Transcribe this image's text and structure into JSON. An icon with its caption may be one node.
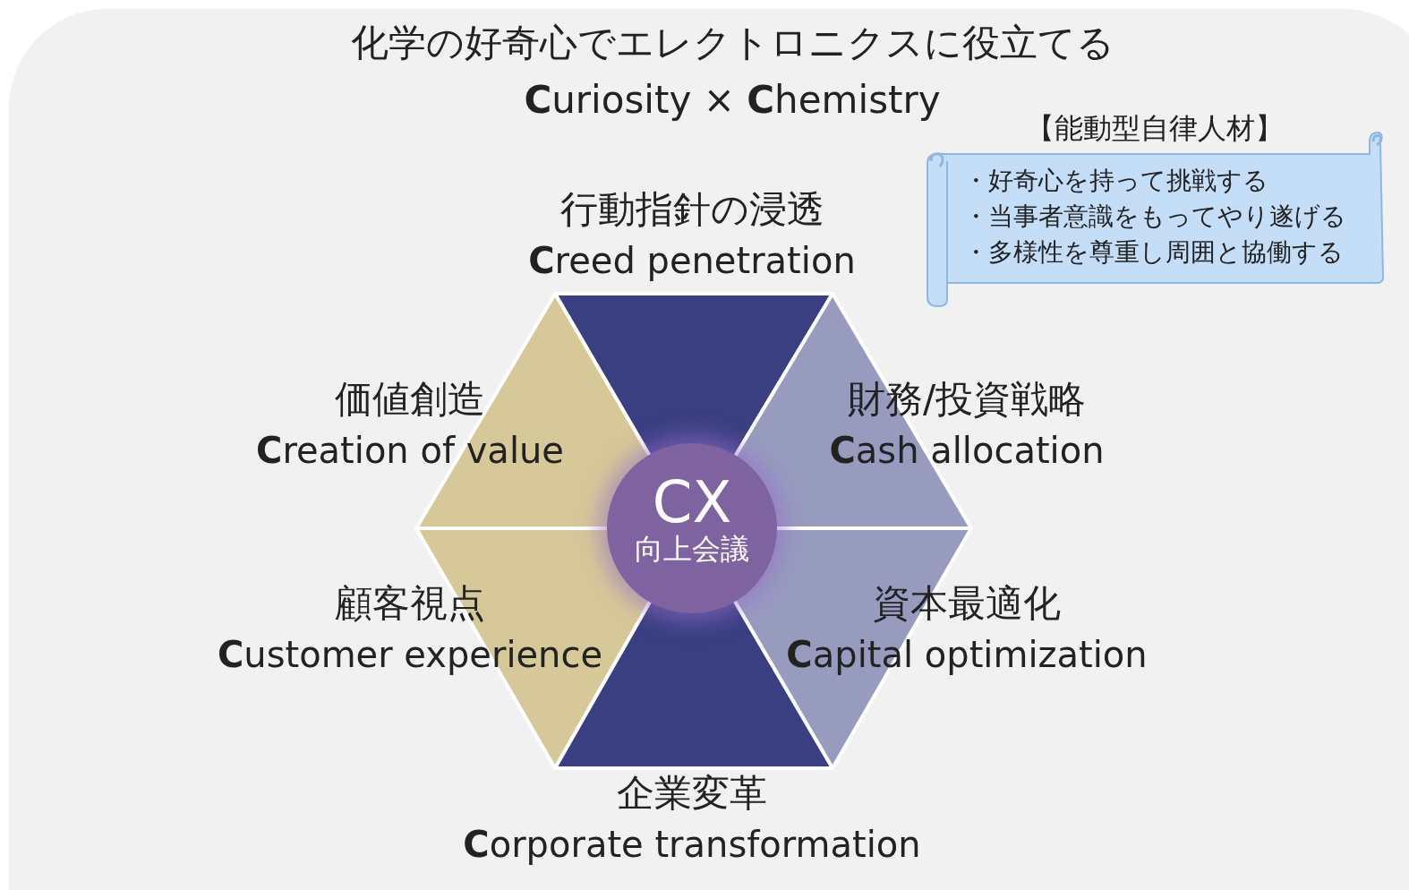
{
  "diagram": {
    "title": "化学の好奇心でエレクトロニクスに役立てる",
    "labels": [
      "**C**uriosity × **C**hemistry"
    ],
    "nodes": [
      {
        "text": [
          "行動指針の浸透",
          "**C**reed penetration"
        ]
      },
      {
        "text": [
          "【能動型自律人材】",
          "・好奇心を持って挑戦する",
          "・当事者意識をもってやり遂げる",
          "・多様性を尊重し周囲と協働する"
        ]
      },
      {
        "text": [
          "価値創造",
          "**C**reation of value"
        ]
      },
      {
        "text": [
          "財務/投資戦略",
          "**C**ash allocation"
        ]
      },
      {
        "text": [
          "CX",
          "向上会議"
        ]
      },
      {
        "text": [
          "顧客視点",
          "**C**ustomer experience"
        ]
      },
      {
        "text": [
          "資本最適化",
          "**C**apital optimization"
        ]
      },
      {
        "text": [
          "企業変革",
          "**C**orporate transformation"
        ]
      }
    ]
  }
}
